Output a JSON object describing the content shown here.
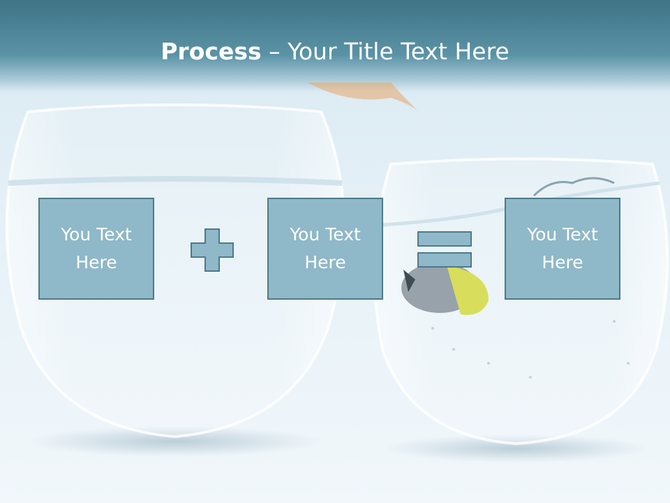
{
  "slide": {
    "title_bold": "Process",
    "title_rest": " – Your Title Text Here"
  },
  "boxes": [
    {
      "text": "You Text Here"
    },
    {
      "text": "You Text Here"
    },
    {
      "text": "You Text Here"
    }
  ],
  "operators": {
    "plus": "plus",
    "equals": "equals"
  },
  "colors": {
    "header": "#4a8296",
    "box_fill": "#8fb8c8",
    "box_border": "#4c7a8b",
    "text": "#ffffff"
  }
}
